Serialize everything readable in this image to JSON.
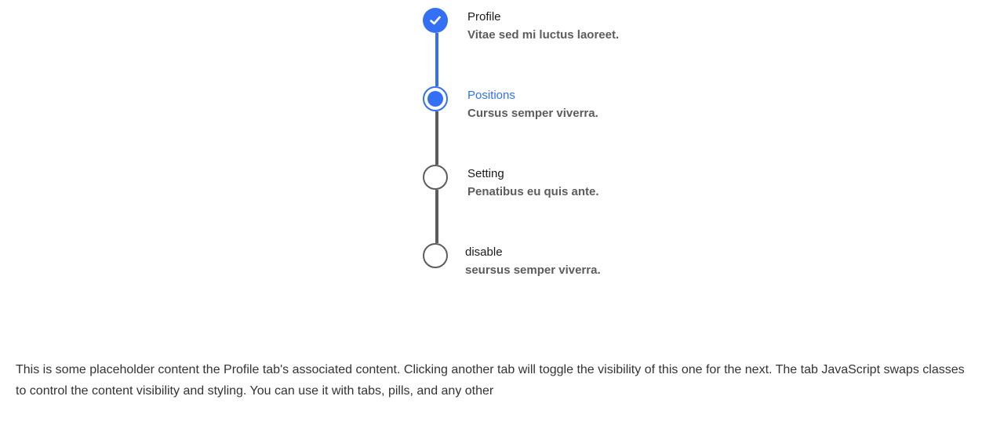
{
  "stepper": {
    "accent_color": "#3370f5",
    "pending_color": "#5c5c5c",
    "steps": [
      {
        "title": "Profile",
        "subtitle": "Vitae sed mi luctus laoreet.",
        "state": "complete",
        "icon": "check-icon"
      },
      {
        "title": "Positions",
        "subtitle": "Cursus semper viverra.",
        "state": "active"
      },
      {
        "title": "Setting",
        "subtitle": "Penatibus eu quis ante.",
        "state": "pending"
      },
      {
        "title": "disable",
        "subtitle": "seursus semper viverra.",
        "state": "disabled"
      }
    ]
  },
  "tab_content": {
    "text": "This is some placeholder content the Profile tab's associated content. Clicking another tab will toggle the visibility of this one for the next. The tab JavaScript swaps classes to control the content visibility and styling. You can use it with tabs, pills, and any other"
  }
}
